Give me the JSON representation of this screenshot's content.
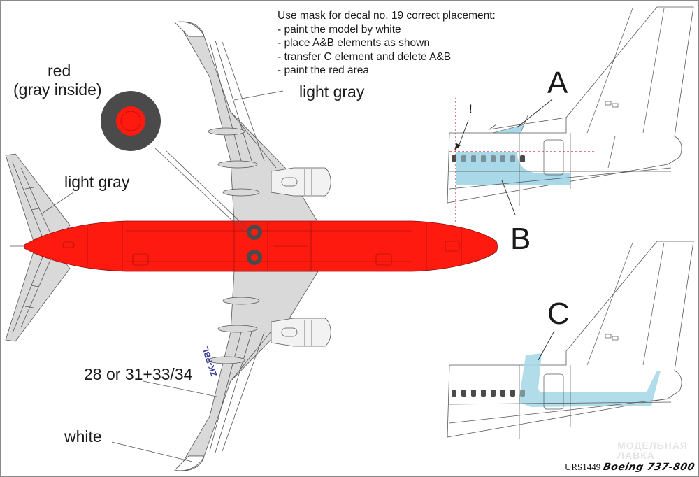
{
  "instructions": {
    "heading": "Use mask for decal no. 19 correct placement:",
    "steps": [
      "- paint the model by white",
      "- place A&B elements as shown",
      "- transfer C element and delete A&B",
      "- paint the red area"
    ]
  },
  "callouts": {
    "engine_color_line1": "red",
    "engine_color_line2": "(gray inside)",
    "wing_color": "light gray",
    "stabilizer_color": "light gray",
    "decal_numbers": "28 or 31+33/34",
    "winglet_color": "white"
  },
  "mask_labels": {
    "a": "A",
    "b": "B",
    "c": "C",
    "exclamation": "!"
  },
  "registration": "ZK-PBL",
  "footer": {
    "product_code": "URS1449",
    "model_name": "Boeing 737-800"
  },
  "watermark": {
    "line1": "МОДЕЛЬНАЯ",
    "line2": "ЛАВКА"
  },
  "colors": {
    "fuselage_red": "#ff1a0f",
    "light_gray": "#d9d9d9",
    "engine_gray": "#4a4a4a",
    "mask_blue": "#a9d9e8",
    "guide_red": "#d03030",
    "registration_blue": "#3a3a9a"
  }
}
